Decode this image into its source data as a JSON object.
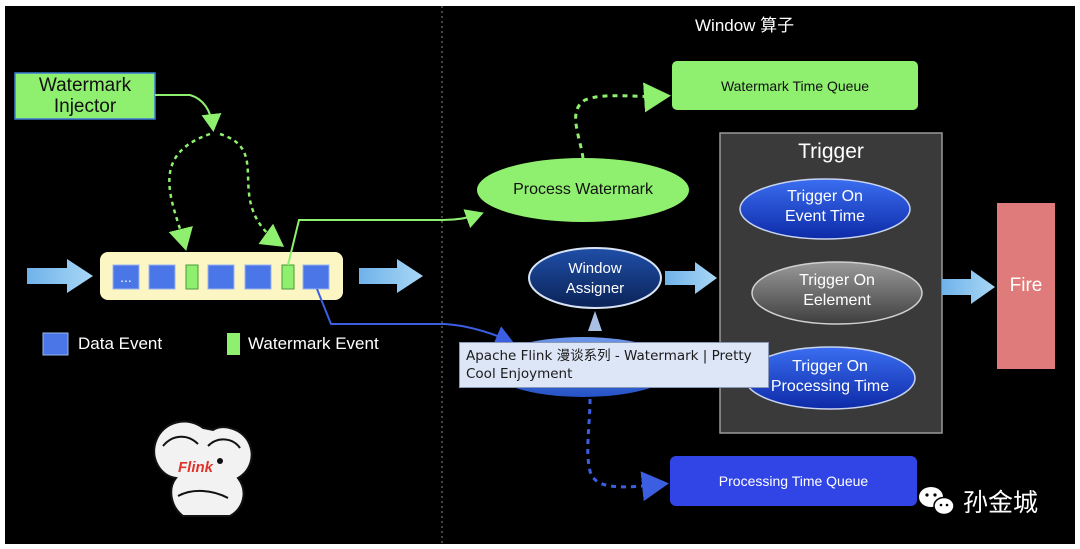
{
  "window_title": "Window 算子",
  "injector_label": "Watermark Injector",
  "stream_ellipsis": "...",
  "legend": {
    "data_event": "Data Event",
    "watermark_event": "Watermark Event"
  },
  "process_watermark": "Process Watermark",
  "watermark_queue": "Watermark Time Queue",
  "window_assigner": "Window Assigner",
  "trigger": {
    "title": "Trigger",
    "event_time": "Trigger On Event Time",
    "element": "Trigger On Eelement",
    "processing_time": "Trigger On Processing Time"
  },
  "fire": "Fire",
  "processing_queue": "Processing Time Queue",
  "tooltip": "Apache Flink 漫谈系列 - Watermark | Pretty Cool Enjoyment",
  "logo_text": "Flink",
  "author": "孙金城",
  "colors": {
    "watermark_green": "#8fef6f",
    "data_blue": "#4a76e8",
    "fire_red": "#e07b7b",
    "stream_yellow": "#fbf6c3"
  }
}
